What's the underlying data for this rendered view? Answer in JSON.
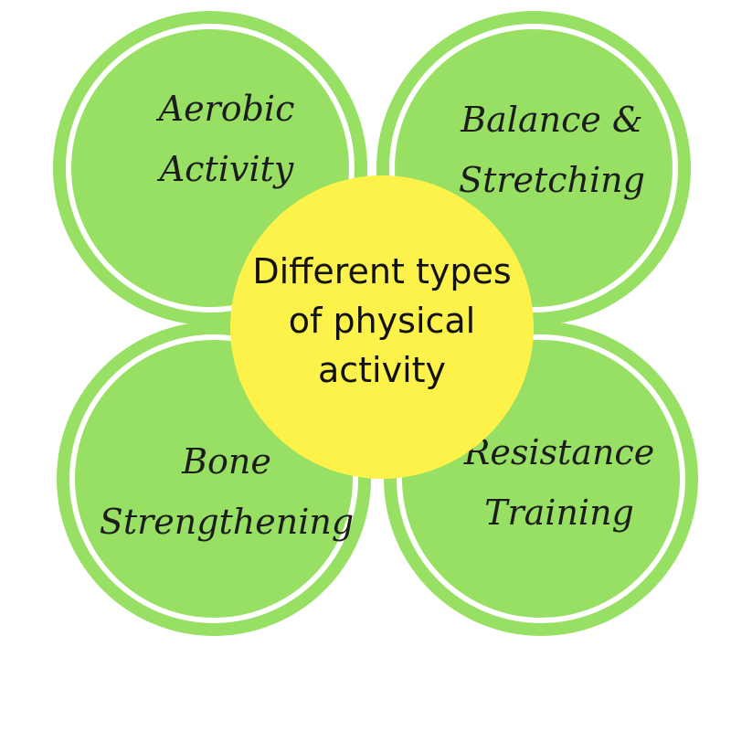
{
  "center": {
    "lines": [
      "Different types",
      "of physical",
      "activity"
    ],
    "color": "#fdf24a"
  },
  "petals": [
    {
      "lines": [
        "Aerobic",
        "Activity"
      ],
      "position": "top-left"
    },
    {
      "lines": [
        "Balance &",
        "Stretching"
      ],
      "position": "top-right"
    },
    {
      "lines": [
        "Bone",
        "Strengthening"
      ],
      "position": "bottom-left"
    },
    {
      "lines": [
        "Resistance",
        "Training"
      ],
      "position": "bottom-right"
    }
  ],
  "colors": {
    "petal": "#97e063",
    "ring": "#ffffff",
    "text": "#1c1c1c"
  }
}
